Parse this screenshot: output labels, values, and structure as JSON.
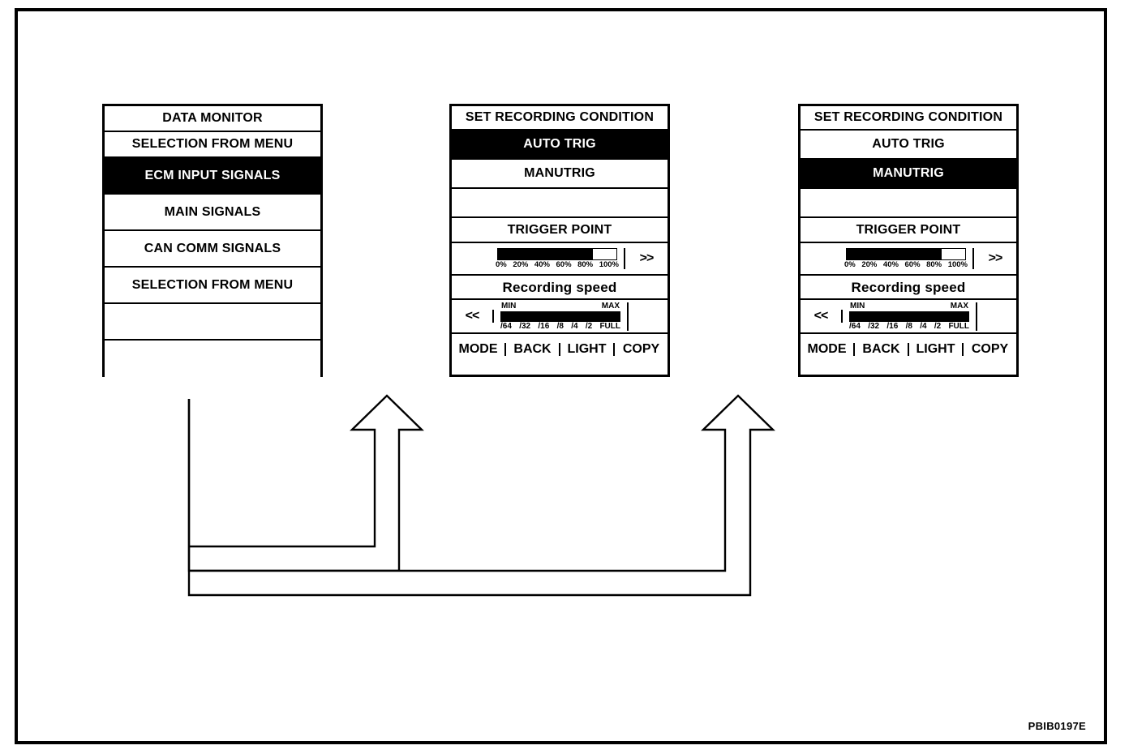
{
  "figure": {
    "id_label": "PBIB0197E",
    "accent_color": "#000000",
    "background_color": "#ffffff"
  },
  "panels": {
    "data_monitor": {
      "name": "DATA MONITOR screen",
      "rows": [
        {
          "label": "DATA MONITOR",
          "selected": false
        },
        {
          "label": "SELECTION FROM MENU",
          "selected": false
        },
        {
          "label": "ECM INPUT SIGNALS",
          "selected": true
        },
        {
          "label": "MAIN SIGNALS",
          "selected": false
        },
        {
          "label": "CAN COMM SIGNALS",
          "selected": false
        },
        {
          "label": "SELECTION FROM MENU",
          "selected": false
        },
        {
          "label": "",
          "selected": false
        },
        {
          "label": "",
          "selected": false
        }
      ]
    },
    "recording_auto": {
      "title": "SET RECORDING CONDITION",
      "options": [
        {
          "label": "AUTO TRIG",
          "selected": true
        },
        {
          "label": "MANUTRIG",
          "selected": false
        },
        {
          "label": "",
          "selected": false
        }
      ],
      "trigger_point_label": "TRIGGER POINT",
      "trigger_point": {
        "fill_percent": 80,
        "ticks": [
          "0%",
          "20%",
          "40%",
          "60%",
          "80%",
          "100%"
        ],
        "prev_button": "<<",
        "next_button": ">>"
      },
      "recording_speed_label": "Recording speed",
      "recording_speed": {
        "fill_percent": 100,
        "min_label": "MIN",
        "max_label": "MAX",
        "ticks": [
          "/64",
          "/32",
          "/16",
          "/8",
          "/4",
          "/2",
          "FULL"
        ],
        "prev_button": "<<"
      },
      "buttons": [
        "MODE",
        "BACK",
        "LIGHT",
        "COPY"
      ]
    },
    "recording_manu": {
      "title": "SET RECORDING CONDITION",
      "options": [
        {
          "label": "AUTO TRIG",
          "selected": false
        },
        {
          "label": "MANUTRIG",
          "selected": true
        },
        {
          "label": "",
          "selected": false
        }
      ],
      "trigger_point_label": "TRIGGER POINT",
      "trigger_point": {
        "fill_percent": 80,
        "ticks": [
          "0%",
          "20%",
          "40%",
          "60%",
          "80%",
          "100%"
        ],
        "prev_button": "<<",
        "next_button": ">>"
      },
      "recording_speed_label": "Recording speed",
      "recording_speed": {
        "fill_percent": 100,
        "min_label": "MIN",
        "max_label": "MAX",
        "ticks": [
          "/64",
          "/32",
          "/16",
          "/8",
          "/4",
          "/2",
          "FULL"
        ],
        "prev_button": "<<"
      },
      "buttons": [
        "MODE",
        "BACK",
        "LIGHT",
        "COPY"
      ]
    }
  }
}
